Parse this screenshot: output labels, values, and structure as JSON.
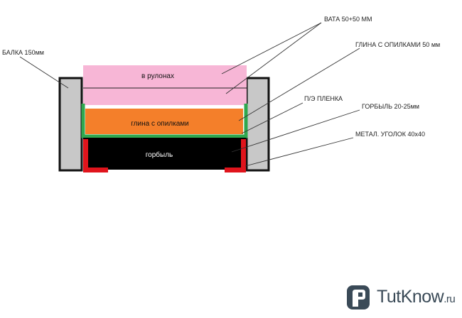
{
  "labels": {
    "balka": "БАЛКА  150мм",
    "vata": "ВАТА  50+50 ММ",
    "glina_opilki": "ГЛИНА С ОПИЛКАМИ   50 мм",
    "pe_plenka": "П/Э  ПЛЕНКА",
    "gorbyl": "ГОРБЫЛЬ  20-25мм",
    "metal_ugolok": "МЕТАЛ. УГОЛОК  40х40"
  },
  "layers": {
    "vata": "в рулонах",
    "glina": "глина с опилками",
    "gorbyl": "горбыль"
  },
  "colors": {
    "vata": "#f7b6d6",
    "glina": "#f47f2a",
    "plenka": "#2fa84f",
    "gorbyl": "#000000",
    "ugolok": "#e0141c",
    "balka": "#c8c8c8",
    "outline": "#111111"
  },
  "logo": {
    "name": "TutKnow",
    "tld": ".ru",
    "icon": "pipe-wrench-icon"
  }
}
